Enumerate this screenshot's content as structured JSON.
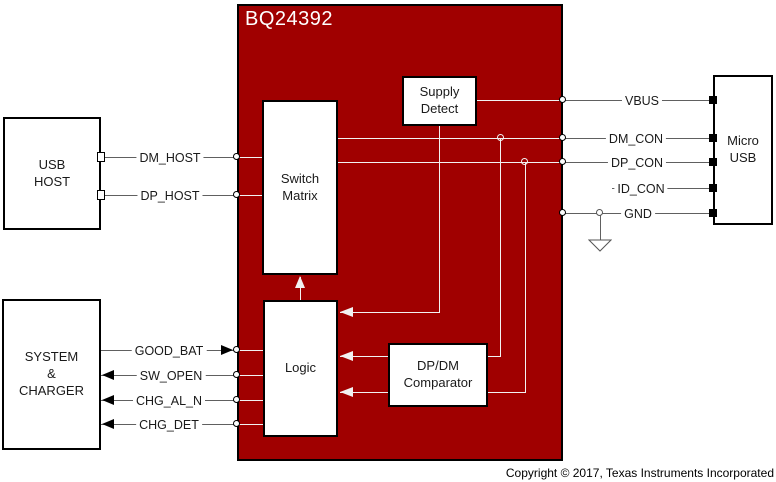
{
  "chip": {
    "title": "BQ24392"
  },
  "blocks": {
    "usb_host": {
      "lines": [
        "USB",
        "HOST"
      ]
    },
    "system_charger": {
      "lines": [
        "SYSTEM",
        "&",
        "CHARGER"
      ]
    },
    "micro_usb": {
      "lines": [
        "Micro",
        "USB"
      ]
    },
    "switch_matrix": {
      "lines": [
        "Switch",
        "Matrix"
      ]
    },
    "logic": {
      "label": "Logic"
    },
    "supply_detect": {
      "lines": [
        "Supply",
        "Detect"
      ]
    },
    "dpdm_comparator": {
      "lines": [
        "DP/DM",
        "Comparator"
      ]
    }
  },
  "signals": {
    "dm_host": "DM_HOST",
    "dp_host": "DP_HOST",
    "good_bat": "GOOD_BAT",
    "sw_open": "SW_OPEN",
    "chg_al_n": "CHG_AL_N",
    "chg_det": "CHG_DET",
    "vbus": "VBUS",
    "dm_con": "DM_CON",
    "dp_con": "DP_CON",
    "id_con": "ID_CON",
    "gnd": "GND"
  },
  "footer": {
    "copyright": "Copyright © 2017, Texas Instruments Incorporated"
  },
  "colors": {
    "chip_red": "#A00000",
    "wire_outside": "#606060",
    "wire_inside": "#F2F2F2"
  }
}
